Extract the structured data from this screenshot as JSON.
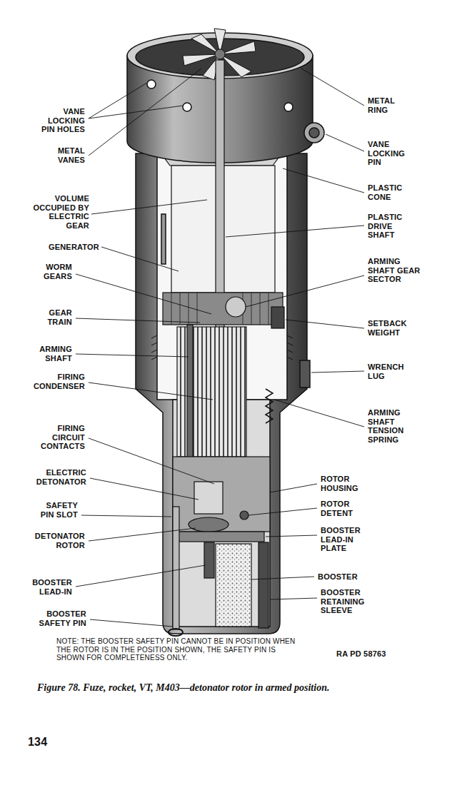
{
  "diagram": {
    "caption": "Figure 78. Fuze, rocket, VT, M403—detonator rotor in armed position.",
    "labels": [
      "VANE LOCKING PIN HOLES",
      "METAL VANES",
      "VOLUME OCCUPIED BY ELECTRIC GEAR",
      "GENERATOR",
      "WORM GEARS",
      "GEAR TRAIN",
      "ARMING SHAFT",
      "FIRING CONDENSER",
      "FIRING CIRCUIT CONTACTS",
      "ELECTRIC DETONATOR",
      "SAFETY PIN SLOT",
      "DETONATOR ROTOR",
      "BOOSTER LEAD-IN",
      "BOOSTER SAFETY PIN",
      "METAL RING",
      "VANE LOCKING PIN",
      "PLASTIC CONE",
      "PLASTIC DRIVE SHAFT",
      "ARMING SHAFT GEAR SECTOR",
      "SETBACK WEIGHT",
      "WRENCH LUG",
      "ARMING SHAFT TENSION SPRING",
      "ROTOR HOUSING",
      "ROTOR DETENT",
      "BOOSTER LEAD-IN PLATE",
      "BOOSTER",
      "BOOSTER RETAINING SLEEVE",
      "NOTE: THE BOOSTER SAFETY PIN CANNOT BE IN POSITION WHEN THE ROTOR IS IN THE POSITION SHOWN, THE SAFETY PIN IS SHOWN FOR COMPLETENESS ONLY.",
      "RA PD 58763",
      "134"
    ]
  }
}
